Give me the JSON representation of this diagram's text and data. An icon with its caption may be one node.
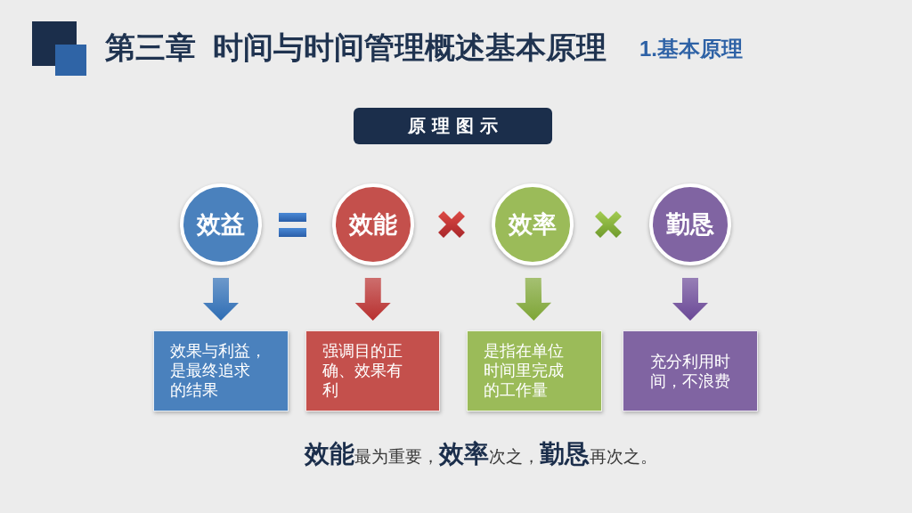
{
  "diagram": {
    "title": "第三章 时间与时间管理概述基本原理",
    "nodes": [
      {
        "text": [
          "原理图示"
        ]
      },
      {
        "text": [
          "效益"
        ]
      },
      {
        "text": [
          "效能"
        ]
      },
      {
        "text": [
          "效率"
        ]
      },
      {
        "text": [
          "勤恳"
        ]
      },
      {
        "text": [
          "效果与利益，是最终追求的结果"
        ]
      },
      {
        "text": [
          "强调目的正确、效果有利"
        ]
      },
      {
        "text": [
          "是指在单位时间里完成的工作量"
        ]
      },
      {
        "text": [
          "充分利用时间，不浪费"
        ]
      }
    ],
    "edges": [
      {
        "from": 1,
        "to": 5,
        "arrow": "to",
        "color": "#2e6db4"
      },
      {
        "from": 2,
        "to": 6,
        "arrow": "to",
        "color": "#b8302f"
      },
      {
        "from": 3,
        "to": 7,
        "arrow": "to",
        "color": "#7ea536"
      },
      {
        "from": 4,
        "to": 8,
        "arrow": "to",
        "color": "#6a4896"
      }
    ],
    "labels": [
      "1.基本原理",
      "**效能**最为重要，**效率**次之，**勤恳**再次之。"
    ]
  }
}
